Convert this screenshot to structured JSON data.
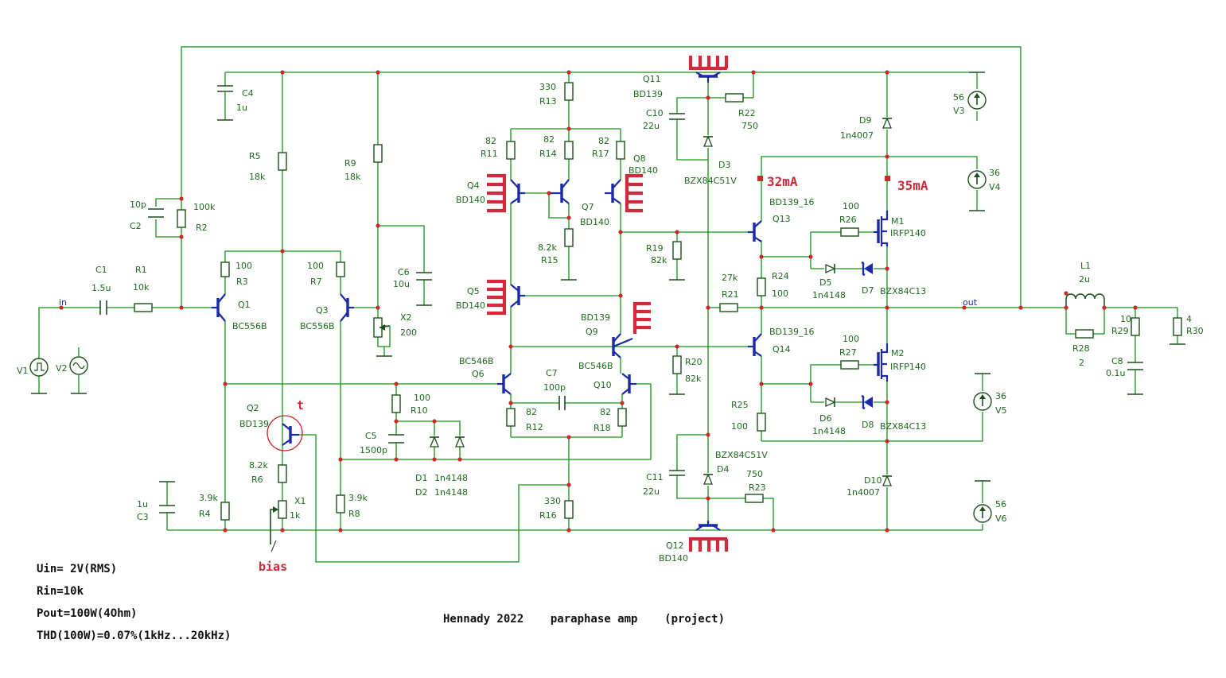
{
  "annotations": {
    "title": "Hennady 2022    paraphase amp    (project)",
    "specs": [
      "Uin= 2V(RMS)",
      "Rin=10k",
      "Pout=100W(4Ohm)",
      "THD(100W)=0.07%(1kHz...20kHz)"
    ],
    "current_q13": "32mA",
    "current_m1": "35mA",
    "bias": "bias",
    "temp": "t"
  },
  "nets": {
    "in": "in",
    "out": "out"
  },
  "labels": [
    {
      "t": "C4"
    },
    {
      "t": "1u"
    },
    {
      "t": "R5"
    },
    {
      "t": "18k"
    },
    {
      "t": "R9"
    },
    {
      "t": "18k"
    },
    {
      "t": "330"
    },
    {
      "t": "R13"
    },
    {
      "t": "Q11"
    },
    {
      "t": "BD139"
    },
    {
      "t": "C10"
    },
    {
      "t": "22u"
    },
    {
      "t": "R22"
    },
    {
      "t": "750"
    },
    {
      "t": "D3"
    },
    {
      "t": "BZX84C51V"
    },
    {
      "t": "82"
    },
    {
      "t": "R11"
    },
    {
      "t": "82"
    },
    {
      "t": "R14"
    },
    {
      "t": "82"
    },
    {
      "t": "R17"
    },
    {
      "t": "Q8"
    },
    {
      "t": "BD140"
    },
    {
      "t": "Q4"
    },
    {
      "t": "BD140"
    },
    {
      "t": "Q7"
    },
    {
      "t": "BD140"
    },
    {
      "t": "8.2k"
    },
    {
      "t": "R15"
    },
    {
      "t": "R19"
    },
    {
      "t": "82k"
    },
    {
      "t": "10p"
    },
    {
      "t": "C2"
    },
    {
      "t": "100k"
    },
    {
      "t": "R2"
    },
    {
      "t": "C1"
    },
    {
      "t": "1.5u"
    },
    {
      "t": "R1"
    },
    {
      "t": "10k"
    },
    {
      "t": "100"
    },
    {
      "t": "R3"
    },
    {
      "t": "Q1"
    },
    {
      "t": "BC556B"
    },
    {
      "t": "100"
    },
    {
      "t": "R7"
    },
    {
      "t": "Q3"
    },
    {
      "t": "BC556B"
    },
    {
      "t": "C6"
    },
    {
      "t": "10u"
    },
    {
      "t": "X2"
    },
    {
      "t": "200"
    },
    {
      "t": "Q5"
    },
    {
      "t": "BD140"
    },
    {
      "t": "BD139"
    },
    {
      "t": "Q9"
    },
    {
      "t": "V1"
    },
    {
      "t": "V2"
    },
    {
      "t": "BC546B"
    },
    {
      "t": "Q6"
    },
    {
      "t": "C7"
    },
    {
      "t": "100p"
    },
    {
      "t": "BC546B"
    },
    {
      "t": "Q10"
    },
    {
      "t": "R20"
    },
    {
      "t": "82k"
    },
    {
      "t": "Q2"
    },
    {
      "t": "BD139"
    },
    {
      "t": "100"
    },
    {
      "t": "R10"
    },
    {
      "t": "C5"
    },
    {
      "t": "1500p"
    },
    {
      "t": "82"
    },
    {
      "t": "R12"
    },
    {
      "t": "82"
    },
    {
      "t": "R18"
    },
    {
      "t": "8.2k"
    },
    {
      "t": "R6"
    },
    {
      "t": "D1"
    },
    {
      "t": "1n4148"
    },
    {
      "t": "D2"
    },
    {
      "t": "1n4148"
    },
    {
      "t": "X1"
    },
    {
      "t": "1k"
    },
    {
      "t": "3.9k"
    },
    {
      "t": "R4"
    },
    {
      "t": "1u"
    },
    {
      "t": "C3"
    },
    {
      "t": "3.9k"
    },
    {
      "t": "R8"
    },
    {
      "t": "330"
    },
    {
      "t": "R16"
    },
    {
      "t": "Q12"
    },
    {
      "t": "BD140"
    },
    {
      "t": "C11"
    },
    {
      "t": "22u"
    },
    {
      "t": "BZX84C51V"
    },
    {
      "t": "D4"
    },
    {
      "t": "750"
    },
    {
      "t": "R23"
    },
    {
      "t": "BD139_16"
    },
    {
      "t": "Q13"
    },
    {
      "t": "100"
    },
    {
      "t": "R26"
    },
    {
      "t": "M1"
    },
    {
      "t": "IRFP140"
    },
    {
      "t": "27k"
    },
    {
      "t": "R21"
    },
    {
      "t": "R24"
    },
    {
      "t": "100"
    },
    {
      "t": "D5"
    },
    {
      "t": "1n4148"
    },
    {
      "t": "D7"
    },
    {
      "t": "BZX84C13"
    },
    {
      "t": "BD139_16"
    },
    {
      "t": "Q14"
    },
    {
      "t": "100"
    },
    {
      "t": "R27"
    },
    {
      "t": "M2"
    },
    {
      "t": "IRFP140"
    },
    {
      "t": "R25"
    },
    {
      "t": "100"
    },
    {
      "t": "D6"
    },
    {
      "t": "1n4148"
    },
    {
      "t": "D8"
    },
    {
      "t": "BZX84C13"
    },
    {
      "t": "D9"
    },
    {
      "t": "1n4007"
    },
    {
      "t": "D10"
    },
    {
      "t": "1n4007"
    },
    {
      "t": "56"
    },
    {
      "t": "V3"
    },
    {
      "t": "36"
    },
    {
      "t": "V4"
    },
    {
      "t": "36"
    },
    {
      "t": "V5"
    },
    {
      "t": "56"
    },
    {
      "t": "V6"
    },
    {
      "t": "L1"
    },
    {
      "t": "2u"
    },
    {
      "t": "R28"
    },
    {
      "t": "2"
    },
    {
      "t": "10"
    },
    {
      "t": "R29"
    },
    {
      "t": "C8"
    },
    {
      "t": "0.1u"
    },
    {
      "t": "4"
    },
    {
      "t": "R30"
    }
  ]
}
